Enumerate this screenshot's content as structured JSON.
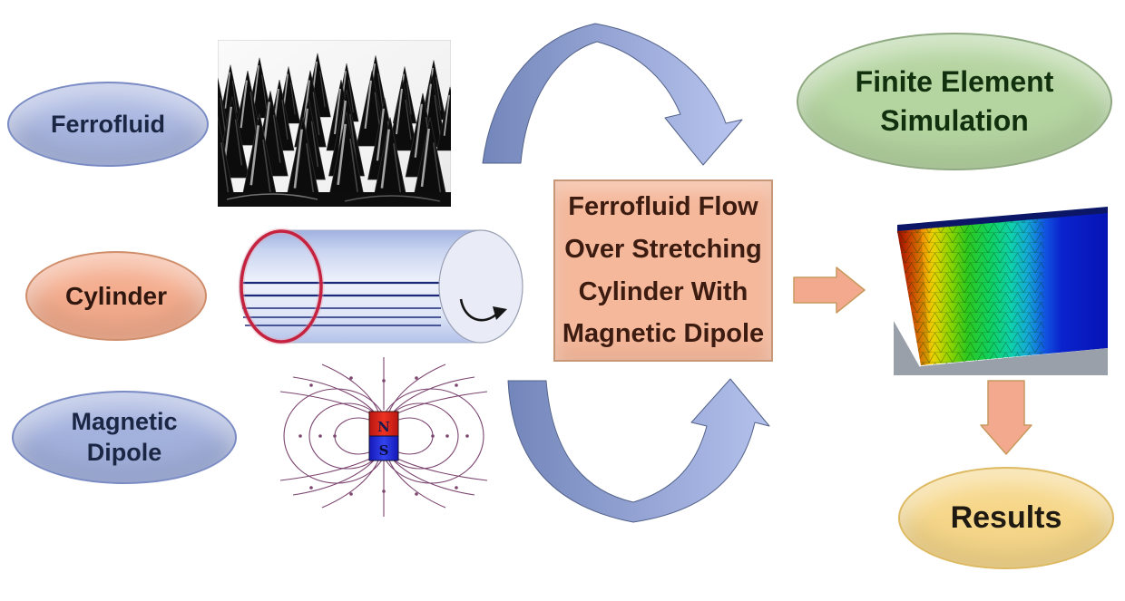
{
  "nodes": {
    "ferrofluid": {
      "label": "Ferrofluid",
      "fill": "#a9b6e0",
      "border": "#7b8cc4",
      "text_color": "#1a2644"
    },
    "cylinder": {
      "label": "Cylinder",
      "fill": "#f4ac8d",
      "border": "#cf8f6d",
      "text_color": "#2f160e"
    },
    "magnetic_dipole": {
      "lines": [
        "Magnetic",
        "Dipole"
      ],
      "fill": "#a3b1dd",
      "border": "#7b8cc4",
      "text_color": "#1a2644"
    },
    "finite_element_simulation": {
      "lines": [
        "Finite Element",
        "Simulation"
      ],
      "fill": "#b4d4a0",
      "border": "#90a982",
      "text_color": "#11300d"
    },
    "problem_statement": {
      "lines": [
        "Ferrofluid Flow",
        "Over Stretching",
        "Cylinder With",
        "Magnetic Dipole"
      ],
      "fill": "#f5b89b",
      "border": "#c79877",
      "text_color": "#3c1b10"
    },
    "results": {
      "label": "Results",
      "fill": "#f6d78a",
      "border": "#ddb962",
      "text_color": "#1e1a12"
    }
  },
  "magnet": {
    "north": "N",
    "south": "S"
  },
  "illustrations": {
    "ferrofluid_photo": "photo of black spiked ferrofluid under magnetic field",
    "cylinder_diagram": "stretching cylinder with red end ring, axial streamlines and rotation arrow",
    "dipole_diagram": "bar magnet N-S with looping magnetic field lines",
    "fem_render": "3D finite element mesh block with rainbow contour colors"
  },
  "arrows": {
    "ferrofluid_to_problem": {
      "shape": "curved-down",
      "color_start": "#6f83b9",
      "color_end": "#b7c3ef"
    },
    "dipole_to_problem": {
      "shape": "curved-up",
      "color_start": "#6f83b9",
      "color_end": "#b2bfec"
    },
    "problem_to_simulation": {
      "shape": "block-right",
      "color": "#f2a98d"
    },
    "simulation_to_results": {
      "shape": "block-down",
      "color": "#f2a98d"
    }
  },
  "colors": {
    "background": "#ffffff",
    "blue_arrow_outline": "#4e5d86",
    "salmon_arrow_outline": "#c8995e",
    "magnet_north_red": "#df2a1a",
    "magnet_south_blue": "#2a35df",
    "field_line_purple": "#7c4570",
    "cylinder_ring_red": "#c52240",
    "cylinder_line_navy": "#1b2878",
    "sim_floor_gray": "#9aa0aa",
    "sim_top_navy": "#0b1766"
  }
}
